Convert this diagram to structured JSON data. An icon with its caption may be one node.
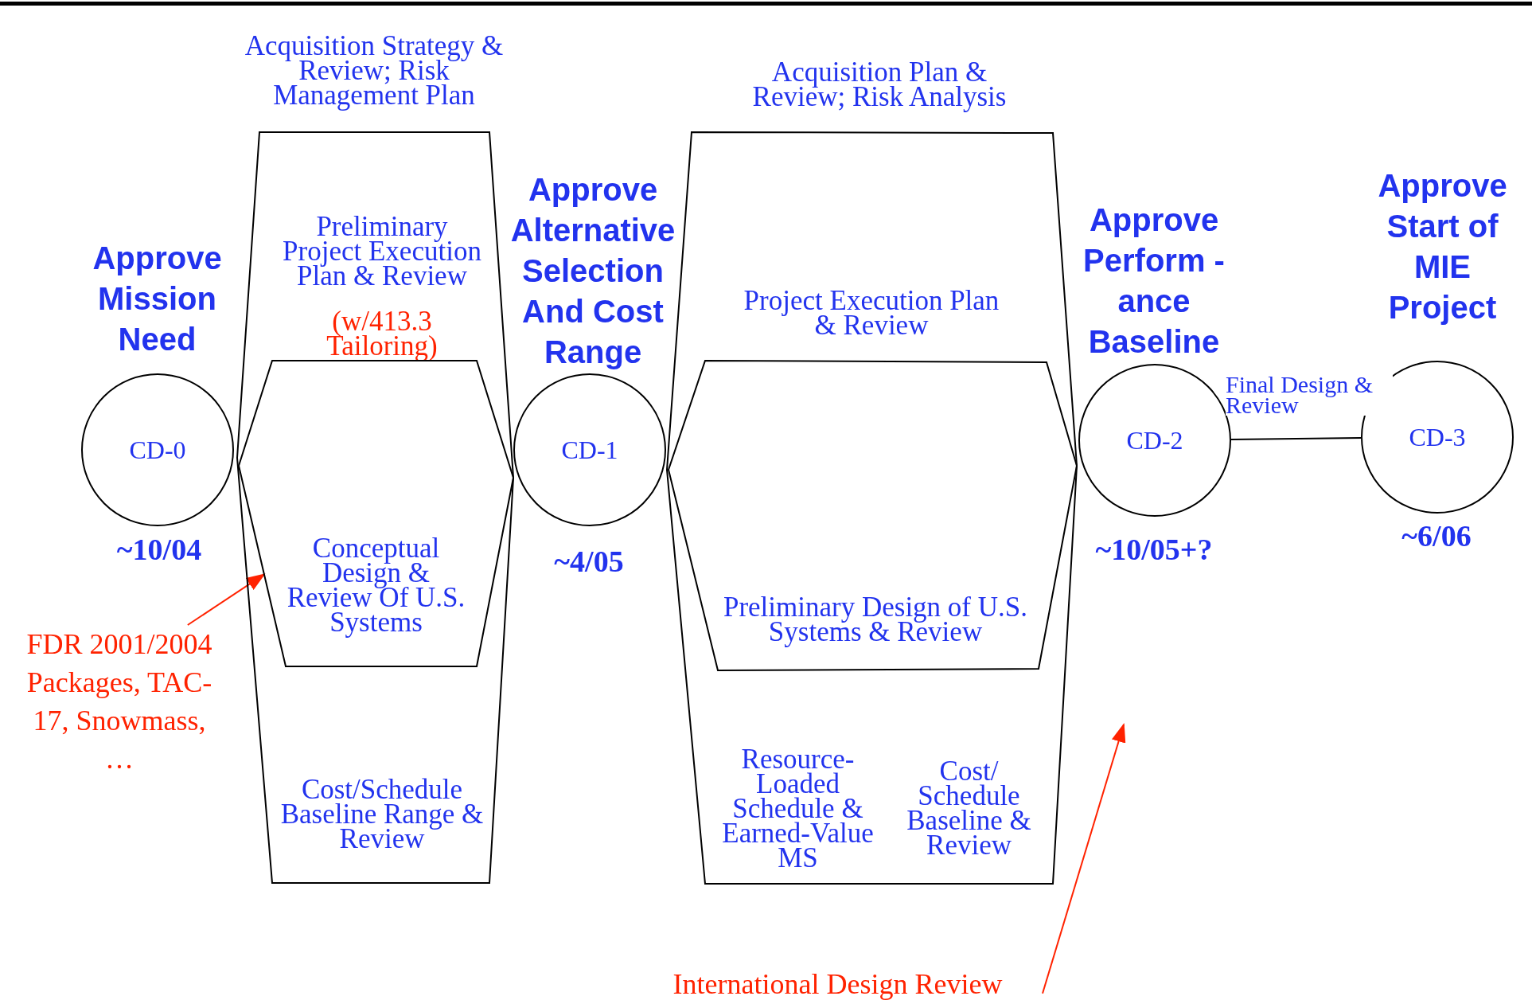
{
  "diagram": {
    "nodes": [
      {
        "text": [
          "CD-0"
        ],
        "beside": [
          "Approve Mission Need",
          "~10/04"
        ]
      },
      {
        "text": [
          "Acquisition Strategy & Review; Risk Management Plan",
          "Preliminary Project Execution Plan & Review",
          "(w/413.3 Tailoring)",
          "Cost/Schedule Baseline Range & Review"
        ]
      },
      {
        "text": [
          "Conceptual Design & Review Of U.S. Systems"
        ],
        "in": 1
      },
      {
        "text": [
          "FDR 2001/2004 Packages, TAC-17, Snowmass, …"
        ]
      },
      {
        "text": [
          "CD-1"
        ],
        "beside": [
          "Approve Alternative Selection And Cost Range",
          "~4/05"
        ]
      },
      {
        "text": [
          "Acquisition Plan & Review; Risk Analysis",
          "Project Execution Plan & Review",
          "Resource-Loaded Schedule & Earned-Value MS",
          "Cost/ Schedule Baseline & Review"
        ]
      },
      {
        "text": [
          "Preliminary Design of U.S. Systems & Review"
        ],
        "in": 5
      },
      {
        "text": [
          "CD-2"
        ],
        "beside": [
          "Approve Perform -ance Baseline",
          "~10/05+?"
        ]
      },
      {
        "text": [
          "CD-3"
        ],
        "beside": [
          "Approve Start of MIE Project",
          "~6/06"
        ]
      },
      {
        "text": [
          "International Design Review"
        ]
      }
    ],
    "edges": [
      {
        "from": 3,
        "to": 2,
        "arrow": "to",
        "color": "#ff2200"
      },
      {
        "from": 9,
        "to": null,
        "arrow": "to",
        "color": "#ff2200"
      },
      {
        "from": 7,
        "to": 8,
        "arrow": "none",
        "label": "Final Design & Review",
        "color": "#000000"
      }
    ]
  }
}
